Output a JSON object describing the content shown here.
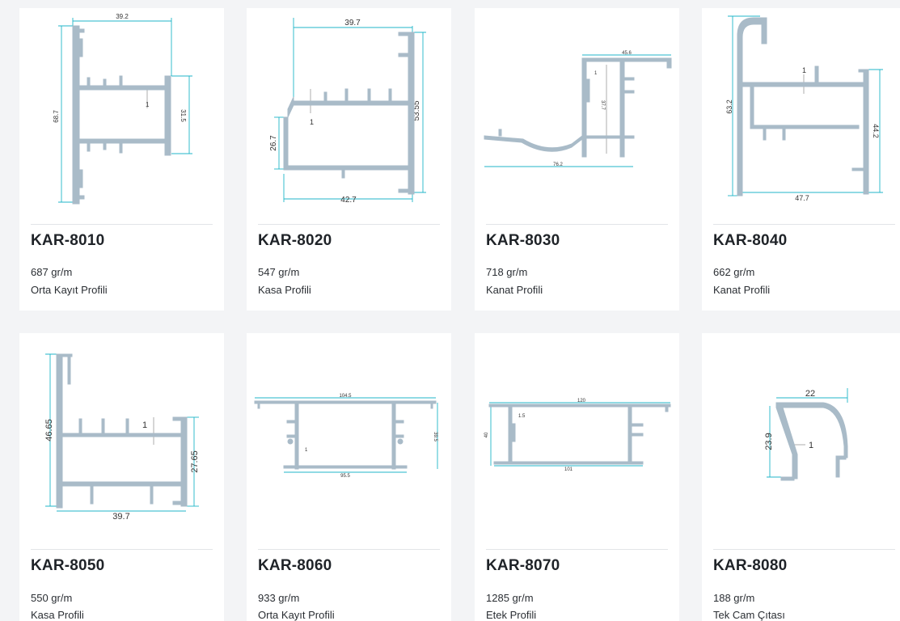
{
  "products": [
    {
      "code": "KAR-8010",
      "weight": "687 gr/m",
      "desc": "Orta Kayıt Profili",
      "dims": [
        "39.2",
        "68.7",
        "31.5",
        "1"
      ]
    },
    {
      "code": "KAR-8020",
      "weight": "547 gr/m",
      "desc": "Kasa Profili",
      "dims": [
        "39.7",
        "53.55",
        "26.7",
        "42.7",
        "1"
      ]
    },
    {
      "code": "KAR-8030",
      "weight": "718 gr/m",
      "desc": "Kanat Profili",
      "dims": [
        "45.6",
        "37.7",
        "76.2",
        "1"
      ]
    },
    {
      "code": "KAR-8040",
      "weight": "662 gr/m",
      "desc": "Kanat Profili",
      "dims": [
        "63.2",
        "44.2",
        "47.7",
        "1"
      ]
    },
    {
      "code": "KAR-8050",
      "weight": "550 gr/m",
      "desc": "Kasa Profili",
      "dims": [
        "46.65",
        "27.65",
        "39.7",
        "1"
      ]
    },
    {
      "code": "KAR-8060",
      "weight": "933 gr/m",
      "desc": "Orta Kayıt Profili",
      "dims": [
        "104.5",
        "39.5",
        "95.5",
        "1"
      ]
    },
    {
      "code": "KAR-8070",
      "weight": "1285 gr/m",
      "desc": "Etek Profili",
      "dims": [
        "120",
        "101",
        "40",
        "1.5"
      ]
    },
    {
      "code": "KAR-8080",
      "weight": "188 gr/m",
      "desc": "Tek Cam Çıtası",
      "dims": [
        "22",
        "23.9",
        "1"
      ]
    }
  ],
  "colors": {
    "profile": "#a9bbc8",
    "dimension_line": "#20b6c8",
    "card": "#ffffff",
    "page": "#f3f4f6"
  }
}
